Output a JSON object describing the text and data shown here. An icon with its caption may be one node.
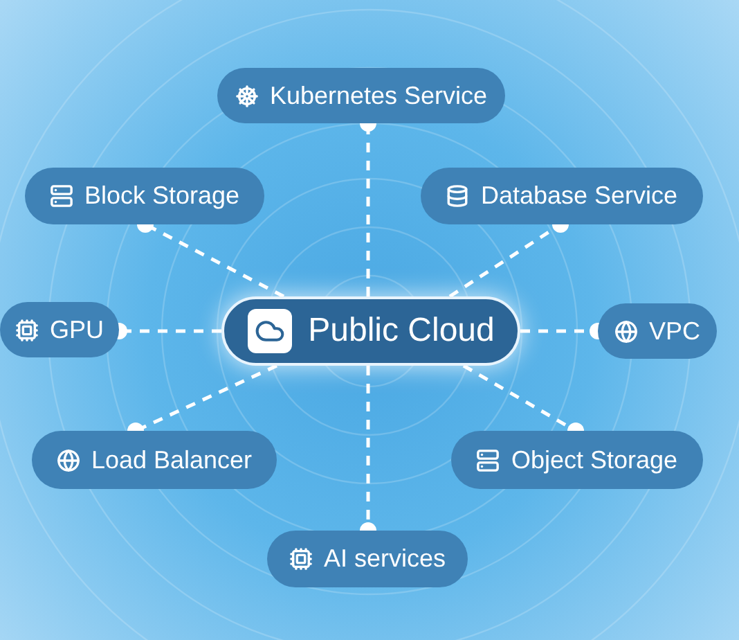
{
  "diagram": {
    "nodes": [
      {
        "text": [
          "Kubernetes Service"
        ]
      },
      {
        "text": [
          "Block Storage"
        ]
      },
      {
        "text": [
          "Database Service"
        ]
      },
      {
        "text": [
          "GPU"
        ]
      },
      {
        "text": [
          "Public Cloud"
        ]
      },
      {
        "text": [
          "VPC"
        ]
      },
      {
        "text": [
          "Load Balancer"
        ]
      },
      {
        "text": [
          "Object Storage"
        ]
      },
      {
        "text": [
          "AI services"
        ]
      }
    ],
    "edges": [
      {
        "from": 4,
        "to": 0,
        "arrow": "other",
        "style": "dashed"
      },
      {
        "from": 4,
        "to": 1,
        "arrow": "other",
        "style": "dashed"
      },
      {
        "from": 4,
        "to": 2,
        "arrow": "other",
        "style": "dashed"
      },
      {
        "from": 4,
        "to": 3,
        "arrow": "other",
        "style": "dashed"
      },
      {
        "from": 4,
        "to": 5,
        "arrow": "other",
        "style": "dashed"
      },
      {
        "from": 4,
        "to": 6,
        "arrow": "other",
        "style": "dashed"
      },
      {
        "from": 4,
        "to": 7,
        "arrow": "other",
        "style": "dashed"
      },
      {
        "from": 4,
        "to": 8,
        "arrow": "other",
        "style": "dashed"
      }
    ]
  }
}
